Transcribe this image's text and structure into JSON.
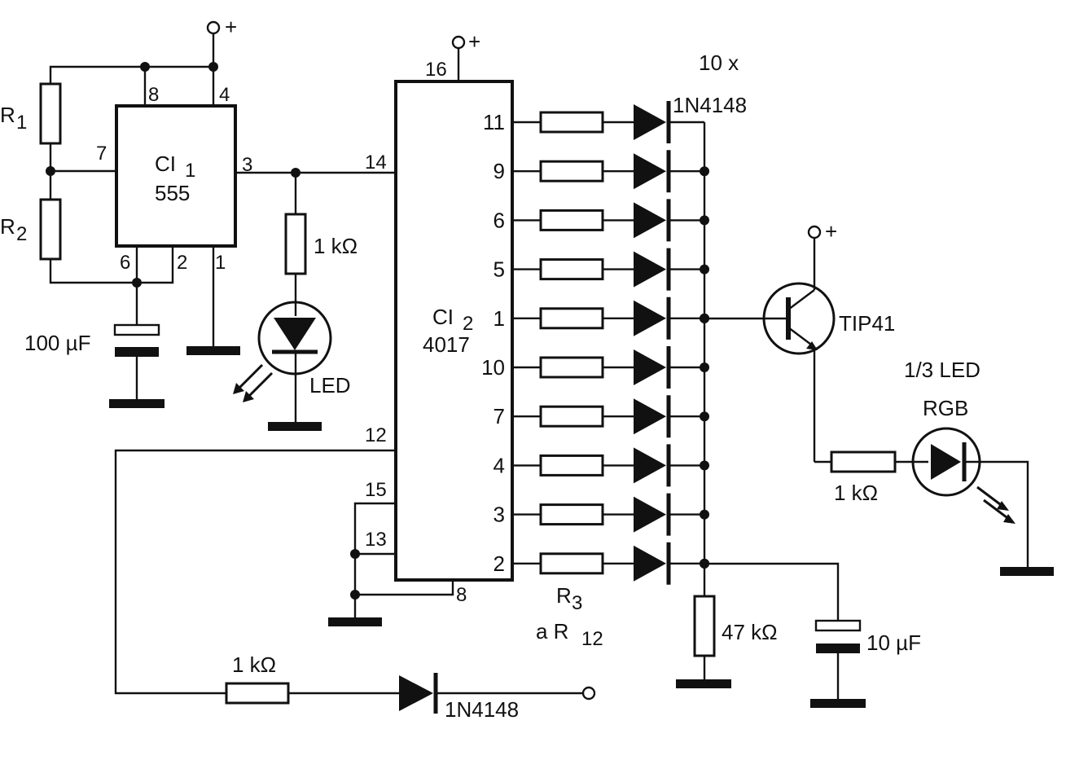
{
  "ic1": {
    "name": "CI",
    "sub": "1",
    "type": "555",
    "pins": {
      "p8": "8",
      "p4": "4",
      "p7": "7",
      "p3": "3",
      "p6": "6",
      "p2": "2",
      "p1": "1"
    }
  },
  "ic2": {
    "name": "CI",
    "sub": "2",
    "type": "4017",
    "pins": {
      "p16": "16",
      "p14": "14",
      "p12": "12",
      "p15": "15",
      "p13": "13",
      "p8": "8"
    }
  },
  "ic2_outputs": [
    "11",
    "9",
    "6",
    "5",
    "1",
    "10",
    "7",
    "4",
    "3",
    "2"
  ],
  "labels": {
    "r1_main": "R",
    "r1_sub": "1",
    "r2_main": "R",
    "r2_sub": "2",
    "c_timing": "100 µF",
    "r_led": "1 kΩ",
    "led": "LED",
    "plus": "+",
    "diodes_count": "10 x",
    "diode_type": "1N4148",
    "r3_main": "R",
    "r3_sub": "3",
    "r12_prefix": "a R",
    "r12_sub": "12",
    "r_pull": "47 kΩ",
    "c_out": "10 µF",
    "transistor": "TIP41",
    "rgb_line1": "1/3 LED",
    "rgb_line2": "RGB",
    "r_rgb": "1 kΩ",
    "r_reset": "1 kΩ",
    "diode_reset": "1N4148"
  }
}
